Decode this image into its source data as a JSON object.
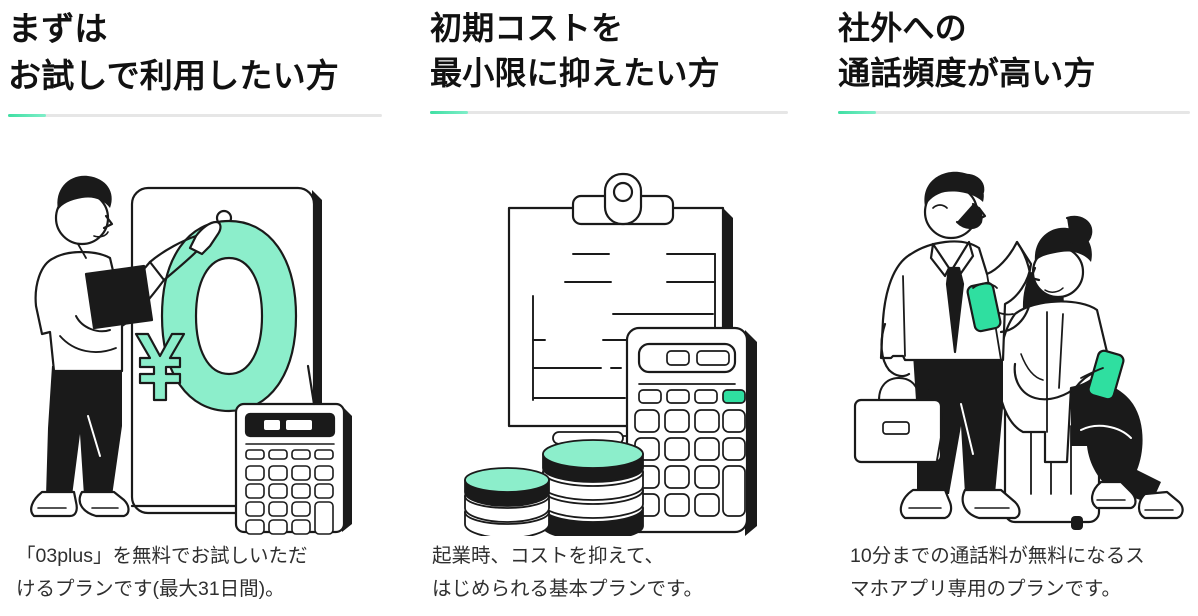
{
  "theme": {
    "background": "#ffffff",
    "heading_color": "#111111",
    "caption_color": "#2f2f2f",
    "divider_color": "#e6e6e6",
    "accent_mint": "#3fdfa3",
    "accent_mint_light": "#8ceecb",
    "ink": "#1a1a1a"
  },
  "columns": [
    {
      "id": "trial-plan",
      "heading": "まずは\nお試しで利用したい方",
      "illustration_name": "man-pointing-at-zero-yen-tablet-with-calculator",
      "caption": "「03plus」を無料でお試しいただ\nけるプランです(最大31日間)。"
    },
    {
      "id": "basic-plan",
      "heading": "初期コストを\n最小限に抑えたい方",
      "illustration_name": "clipboard-calculator-and-coin-stacks",
      "caption": "起業時、コストを抑えて、\nはじめられる基本プランです。"
    },
    {
      "id": "call-plan",
      "heading": "社外への\n通話頻度が高い方",
      "illustration_name": "businessman-with-briefcase-and-woman-on-suitcase-using-smartphones",
      "caption": "10分までの通話料が無料になるス\nマホアプリ専用のプランです。"
    }
  ]
}
